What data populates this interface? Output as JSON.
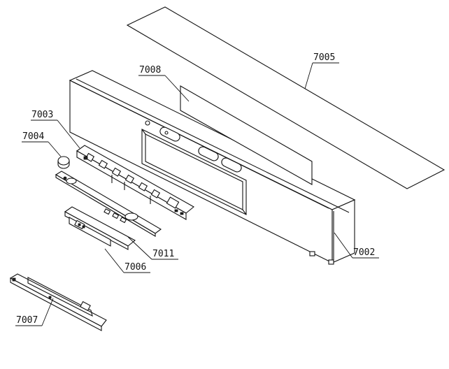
{
  "labels": {
    "p7002": "7002",
    "p7003": "7003",
    "p7004": "7004",
    "p7005": "7005",
    "p7006": "7006",
    "p7007": "7007",
    "p7008": "7008",
    "p7011": "7011"
  }
}
